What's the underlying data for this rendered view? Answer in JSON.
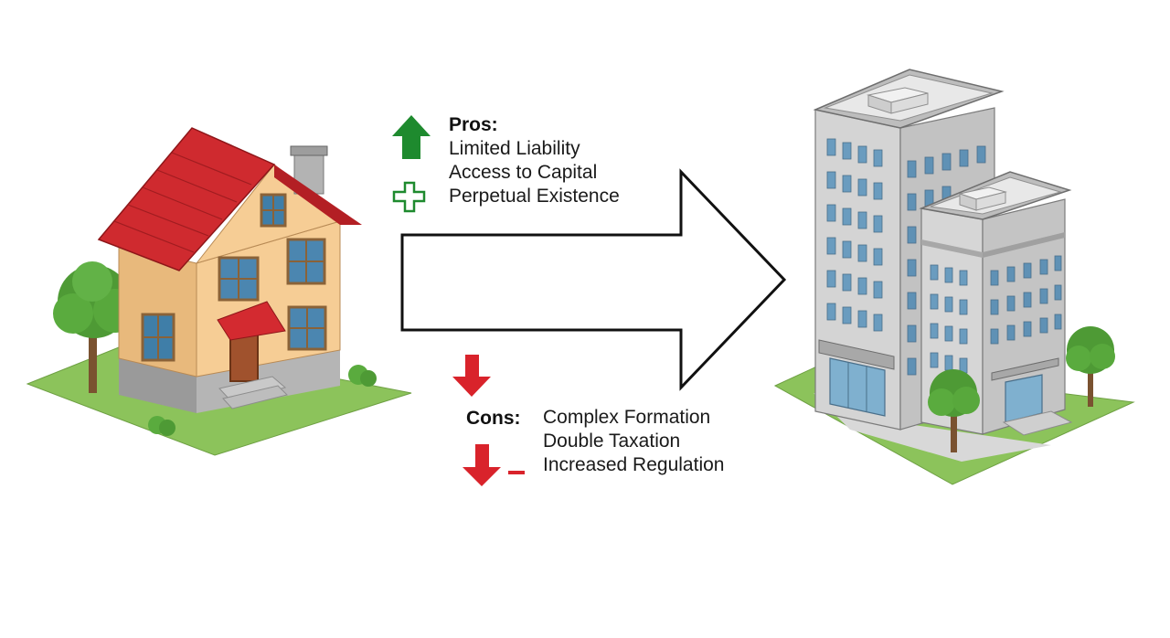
{
  "pros": {
    "title": "Pros:",
    "items": [
      "Limited Liability",
      "Access to Capital",
      "Perpetual Existence"
    ],
    "color": "#1e8a2e"
  },
  "cons": {
    "title": "Cons:",
    "items": [
      "Complex Formation",
      "Double Taxation",
      "Increased Regulation"
    ],
    "color": "#d9232b"
  },
  "icons": [
    "house-icon",
    "office-building-icon",
    "transition-arrow-icon",
    "up-arrow-icon",
    "plus-icon",
    "down-arrow-icon",
    "minus-icon",
    "tree-icon"
  ]
}
